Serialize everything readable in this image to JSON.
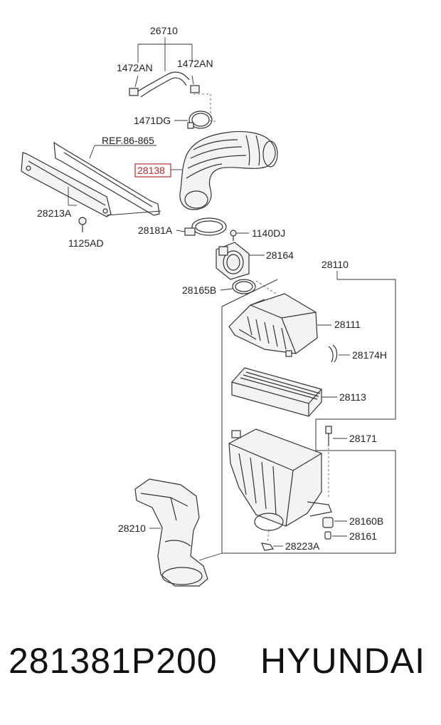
{
  "diagram": {
    "labels": {
      "p26710": "26710",
      "p1472AN_left": "1472AN",
      "p1472AN_right": "1472AN",
      "p1471DG": "1471DG",
      "ref": "REF.86-865",
      "p28138": "28138",
      "p28213A": "28213A",
      "p1125AD": "1125AD",
      "p28181A": "28181A",
      "p1140DJ": "1140DJ",
      "p28164": "28164",
      "p28165B": "28165B",
      "p28110": "28110",
      "p28111": "28111",
      "p28174H": "28174H",
      "p28113": "28113",
      "p28171": "28171",
      "p28210": "28210",
      "p28160B": "28160B",
      "p28161": "28161",
      "p28223A": "28223A"
    },
    "highlight_color": "#c0282d"
  },
  "footer": {
    "part_number": "281381P200",
    "brand": "HYUNDAI"
  }
}
